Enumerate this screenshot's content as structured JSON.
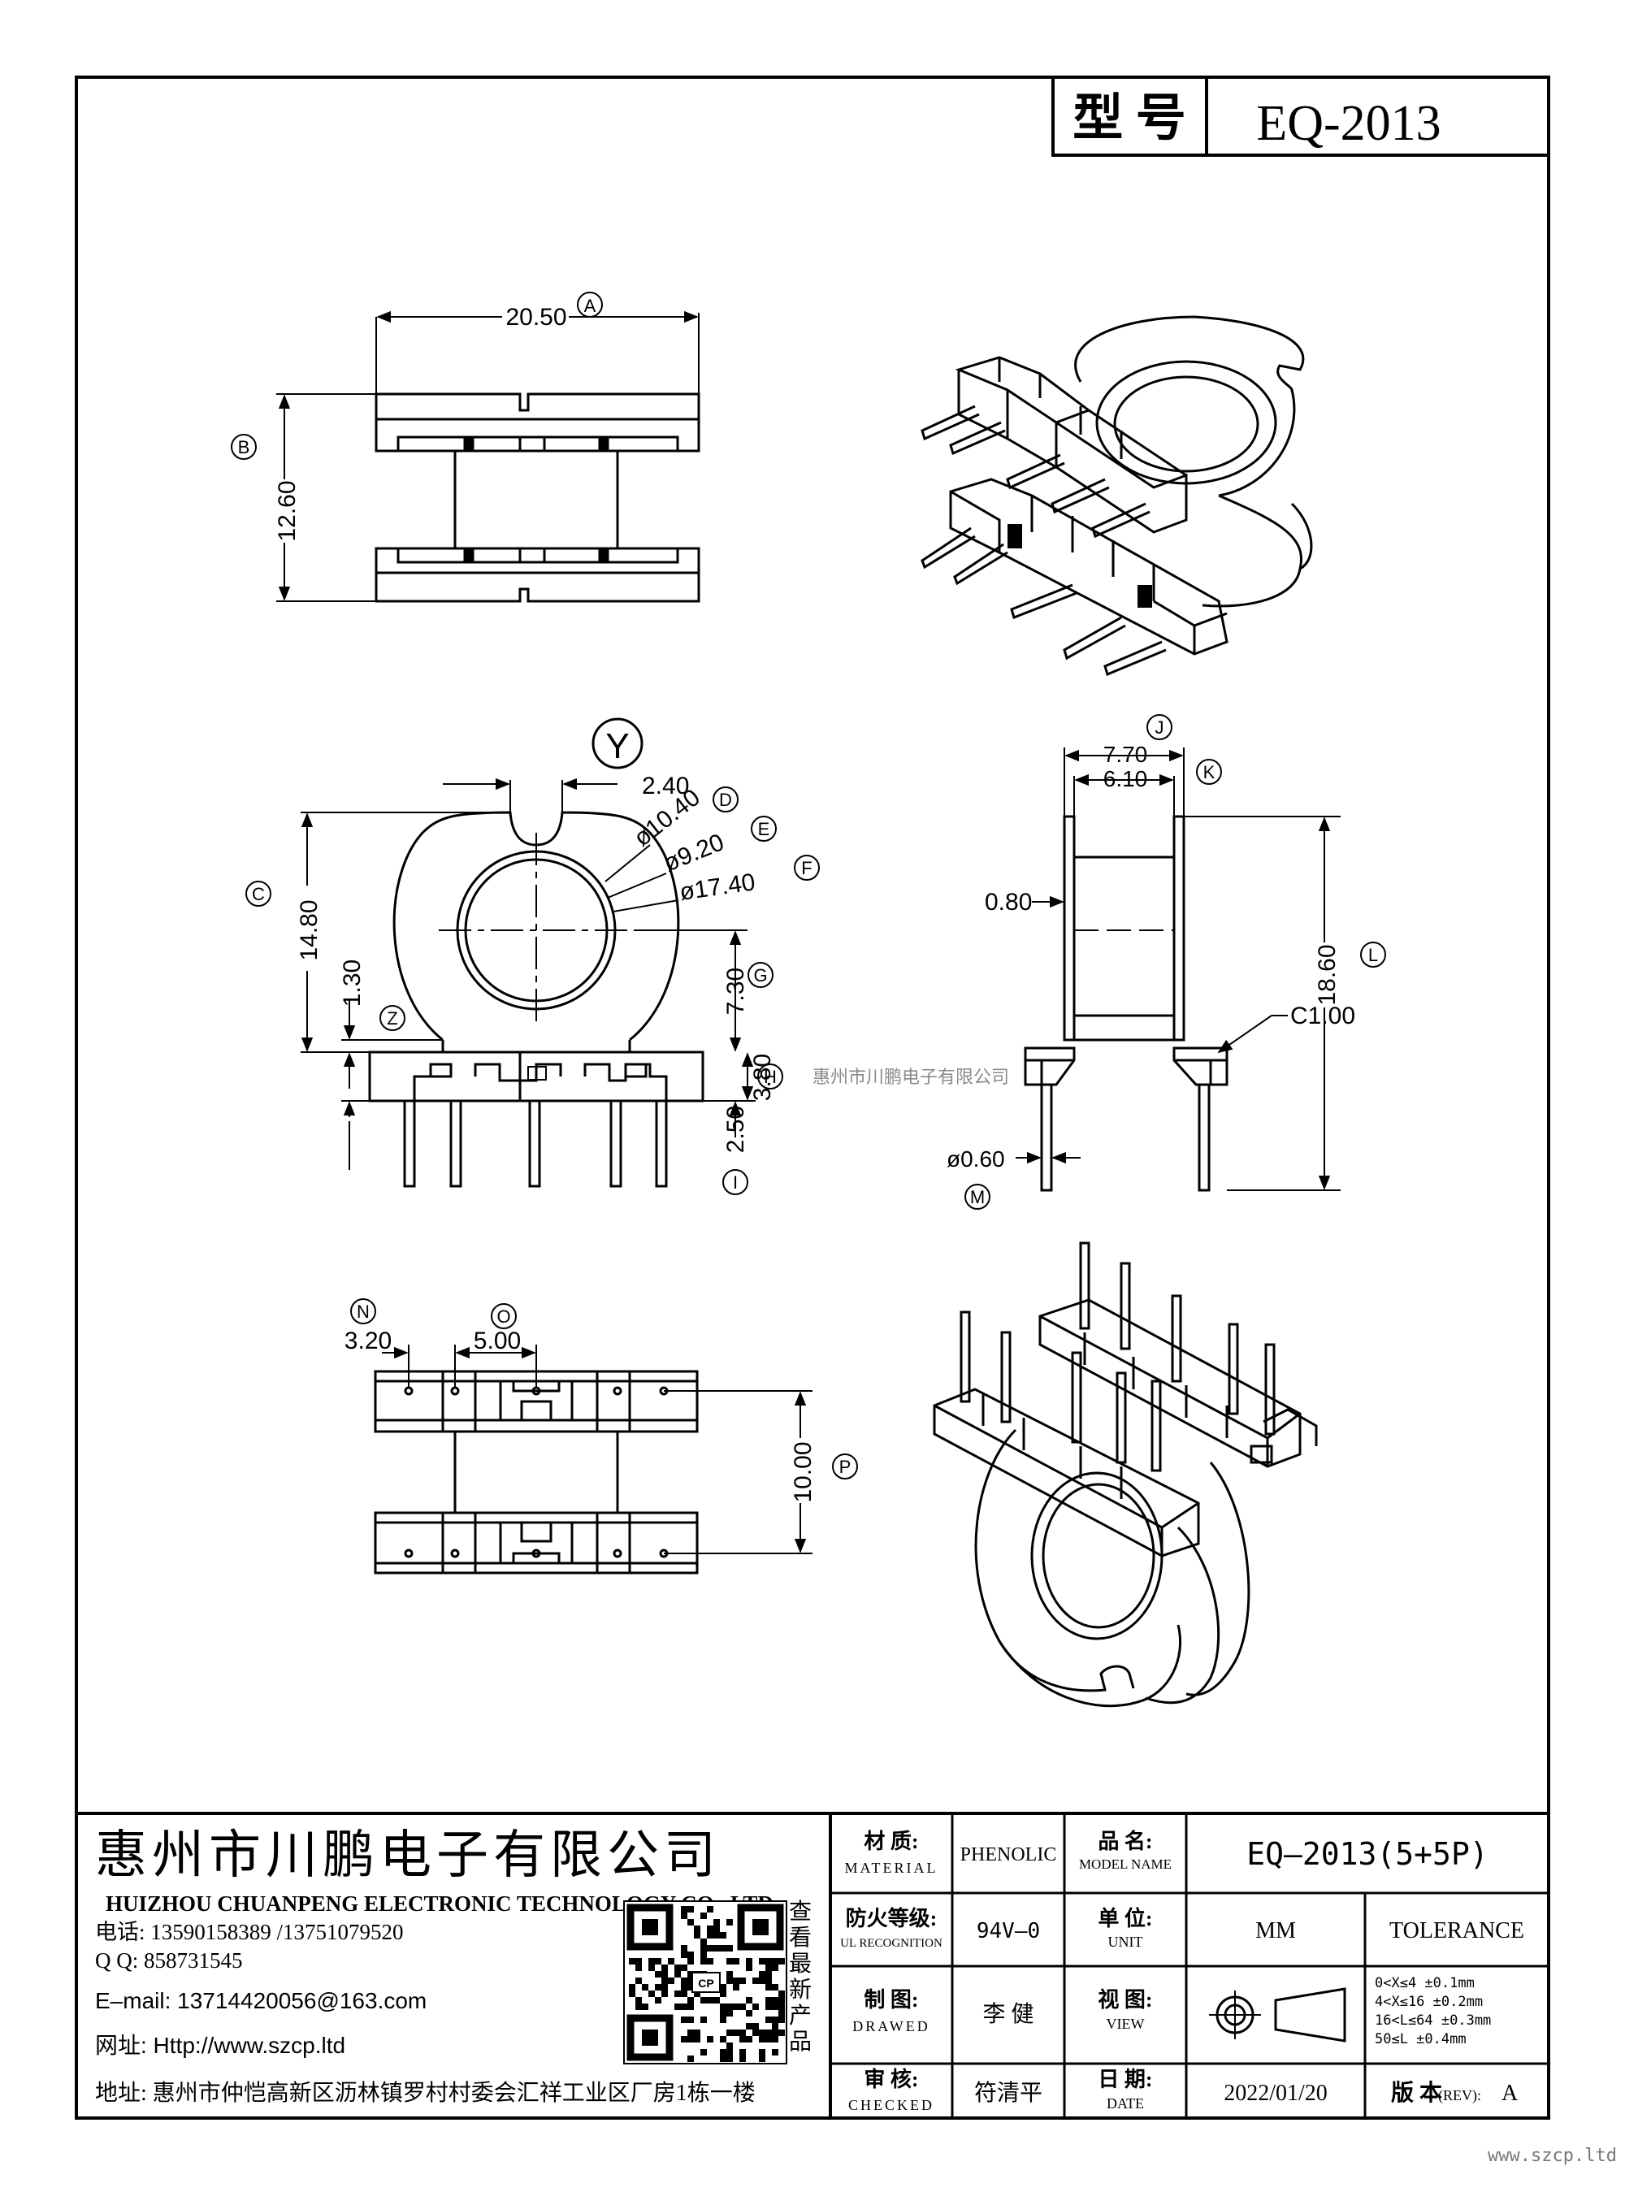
{
  "header": {
    "model_label": "型 号",
    "model": "EQ-2013"
  },
  "views": {
    "top": {
      "dim_a": "20.50",
      "dim_b": "12.60",
      "tag_a": "A",
      "tag_b": "B"
    },
    "front": {
      "y_tag": "Y",
      "dim_slot": "2.40",
      "dim_d": "ø10.40",
      "dim_e": "ø9.20",
      "dim_f": "ø17.40",
      "dim_c": "14.80",
      "dim_z": "1.30",
      "dim_g": "7.30",
      "dim_h": "3.80",
      "dim_i": "2.50",
      "tag_c": "C",
      "tag_d": "D",
      "tag_e": "E",
      "tag_f": "F",
      "tag_g": "G",
      "tag_h": "H",
      "tag_i": "I",
      "tag_z": "Z"
    },
    "side": {
      "dim_j": "7.70",
      "dim_k": "6.10",
      "dim_wall": "0.80",
      "dim_l": "18.60",
      "dim_chamfer": "C1.00",
      "dim_m": "ø0.60",
      "tag_j": "J",
      "tag_k": "K",
      "tag_l": "L",
      "tag_m": "M"
    },
    "bottom": {
      "dim_n": "3.20",
      "dim_o": "5.00",
      "dim_p": "10.00",
      "tag_n": "N",
      "tag_o": "O",
      "tag_p": "P"
    }
  },
  "watermark": "惠州市川鹏电子有限公司",
  "company": {
    "name_cn": "惠州市川鹏电子有限公司",
    "name_en": "HUIZHOU CHUANPENG ELECTRONIC TECHNOLOGY CO., LTD",
    "phone": "电话: 13590158389 /13751079520",
    "qq": "Q Q:  858731545",
    "email": "E–mail: 13714420056@163.com",
    "web": "网址: Http://www.szcp.ltd",
    "address": "地址: 惠州市仲恺高新区沥林镇罗村村委会汇祥工业区厂房1栋一楼",
    "qr_caption": [
      "查",
      "看",
      "最",
      "新",
      "产",
      "品"
    ]
  },
  "title_block": {
    "material_cn": "材 质:",
    "material_en": "MATERIAL",
    "material": "PHENOLIC",
    "model_cn": "品 名:",
    "model_en": "MODEL NAME",
    "model_name": "EQ–2013(5+5P)",
    "fire_cn": "防火等级:",
    "fire_en": "UL RECOGNITION",
    "fire": "94V–0",
    "unit_cn": "单 位:",
    "unit_en": "UNIT",
    "unit": "MM",
    "tolerance": "TOLERANCE",
    "drawn_cn": "制 图:",
    "drawn_en": "DRAWED",
    "drawn": "李 健",
    "view_cn": "视 图:",
    "view_en": "VIEW",
    "tol_rows": [
      "0<X≤4    ±0.1mm",
      "4<X≤16   ±0.2mm",
      "16<L≤64 ±0.3mm",
      "50≤L      ±0.4mm"
    ],
    "checked_cn": "审 核:",
    "checked_en": "CHECKED",
    "checked": "符清平",
    "date_cn": "日 期:",
    "date_en": "DATE",
    "date": "2022/01/20",
    "rev_label": "版 本",
    "rev_small": "(REV):",
    "rev": "A"
  },
  "site": "www.szcp.ltd"
}
